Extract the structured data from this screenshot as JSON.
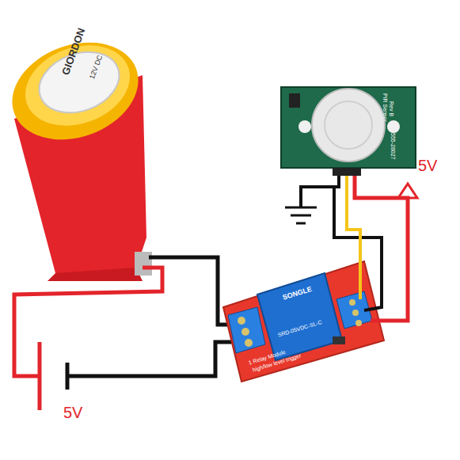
{
  "diagram": {
    "labels": [
      "5V",
      "5V",
      "GIORDON",
      "12V DC",
      "PIR Sensor",
      "Rev B",
      "555-28027",
      "SONGLE",
      "SRD-05VDC-SL-C",
      "1 Relay Module",
      "high/low level trigger"
    ]
  }
}
